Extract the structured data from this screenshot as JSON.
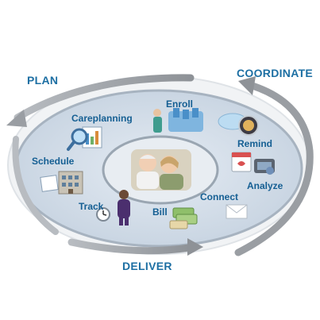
{
  "phases": {
    "plan": "PLAN",
    "coordinate": "COORDINATE",
    "deliver": "DELIVER"
  },
  "steps": {
    "enroll": "Enroll",
    "careplanning": "Careplanning",
    "remind": "Remind",
    "schedule": "Schedule",
    "analyze": "Analyze",
    "connect": "Connect",
    "track": "Track",
    "bill": "Bill"
  },
  "colors": {
    "label_blue": "#1d6fa3",
    "arrow_gray": "#9a9ea3",
    "ellipse_fill": "#cdd9e6",
    "ellipse_border": "#a7b3c0"
  },
  "icons": [
    "enroll-people-icon",
    "careplanning-magnifier-icon",
    "remind-clock-icon",
    "schedule-hospital-icon",
    "analyze-calendar-icon",
    "connect-email-icon",
    "track-nurse-icon",
    "bill-money-icon"
  ]
}
